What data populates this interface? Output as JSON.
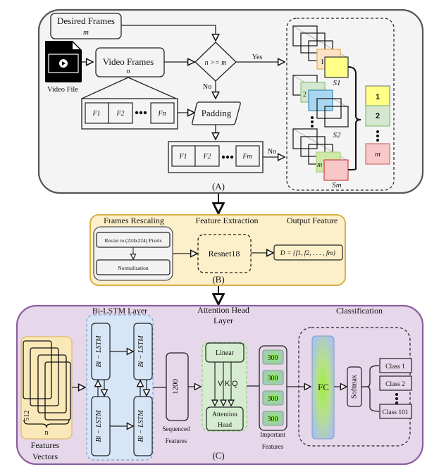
{
  "panel_a": {
    "label": "(A)",
    "desired_frames": {
      "title": "Desired Frames",
      "var": "m"
    },
    "video_file": {
      "label": "Video File",
      "icon": "video-file-icon"
    },
    "video_frames": {
      "title": "Video Frames",
      "var": "n"
    },
    "decision": {
      "text": "n >= m",
      "yes": "Yes",
      "no": "No"
    },
    "padding": "Padding",
    "frames_n": [
      "F1",
      "F2",
      "Fn"
    ],
    "frames_m": [
      "F1",
      "F2",
      "Fm"
    ],
    "no_label": "No",
    "stacks": [
      {
        "label": "S1",
        "index": "1",
        "front_color": "#ffff88",
        "back_color": "#fde2c6"
      },
      {
        "label": "S2",
        "index": "2",
        "front_color": "#a9d7ef",
        "back_color": "#d4e8cf"
      },
      {
        "label": "Sm",
        "index": "m",
        "front_color": "#f8c8c8",
        "back_color": "#cfe8a8"
      }
    ],
    "output_sequence": [
      {
        "label": "1",
        "color": "#ffff88"
      },
      {
        "label": "2",
        "color": "#d4e8cf"
      },
      {
        "label": "m",
        "color": "#f8c8c8"
      }
    ]
  },
  "panel_b": {
    "label": "(B)",
    "frames_rescaling": "Frames Rescaling",
    "feature_extraction": "Feature Extraction",
    "output_feature": "Output Feature",
    "resize": "Resize to (224x224) Pixels",
    "normalization": "Normalization",
    "model": "Resnet18",
    "output_formula": "D = {f1, f2, . . . , fm}"
  },
  "panel_c": {
    "label": "(C)",
    "bilstm_title": "Bi-LSTM Layer",
    "bilstm_cell": "Bi − LSTM",
    "attention_title_1": "Attention Head",
    "attention_title_2": "Layer",
    "classification_title": "Classification",
    "features_vectors_1": "Features",
    "features_vectors_2": "Vectors",
    "dim_512": "512",
    "dim_n": "n",
    "sequenced_value": "1200",
    "sequenced_1": "Sequenced",
    "sequenced_2": "Features",
    "linear": "Linear",
    "v": "V",
    "k": "K",
    "q": "Q",
    "attention_head_1": "Attention",
    "attention_head_2": "Head",
    "important_values": [
      "300",
      "300",
      "300",
      "300"
    ],
    "important_1": "Important",
    "important_2": "Features",
    "fc": "FC",
    "softmax": "Softmax",
    "classes": [
      "Class 1",
      "Class 2",
      "Class 101"
    ]
  },
  "colors": {
    "panel_a_bg": "#f4f4f4",
    "panel_b_bg": "#fcefc9",
    "panel_b_border": "#d9b04a",
    "panel_c_bg": "#e6d7ea",
    "panel_c_border": "#8b5fa0",
    "bilstm_bg": "#d6e6f7",
    "attention_bg": "#d5ecd0",
    "features_bg": "#fbe8b8"
  }
}
